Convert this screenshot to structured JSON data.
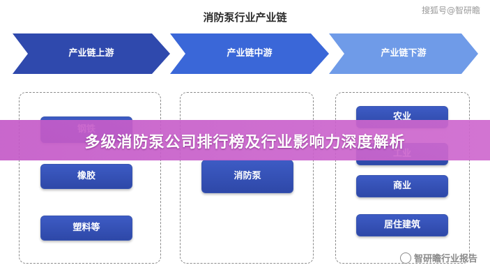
{
  "title": "消防泵行业产业链",
  "watermark_top": "搜狐号@智研瞻",
  "watermark_bottom": "智研瞻行业报告",
  "stages": [
    {
      "label": "产业链上游",
      "color": "#2f49ad"
    },
    {
      "label": "产业链中游",
      "color": "#3a67d8"
    },
    {
      "label": "产业链下游",
      "color": "#6f9be8"
    }
  ],
  "upstream_items": [
    "钢铁",
    "橡胶",
    "塑料等"
  ],
  "midstream_items": [
    "消防泵"
  ],
  "downstream_items": [
    "农业",
    "工业",
    "商业",
    "居住建筑"
  ],
  "banner": "多级消防泵公司排行榜及行业影响力深度解析"
}
